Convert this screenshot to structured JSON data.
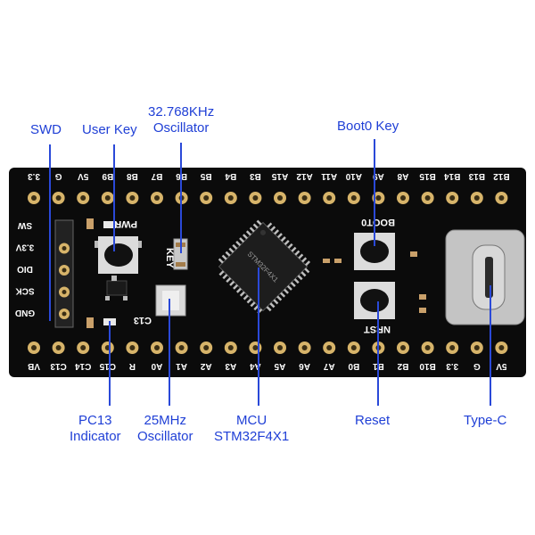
{
  "colors": {
    "board": "#0b0b0b",
    "silk": "#ffffff",
    "pad": "#d7b46a",
    "pad_hole": "#3a2e14",
    "callout_text": "#1f3fd6",
    "leader": "#2a49d8"
  },
  "callouts": {
    "swd": "SWD",
    "user_key": "User Key",
    "osc32_line1": "32.768KHz",
    "osc32_line2": "Oscillator",
    "boot0_key": "Boot0 Key",
    "pc13_line1": "PC13",
    "pc13_line2": "Indicator",
    "osc25_line1": "25MHz",
    "osc25_line2": "Oscillator",
    "mcu_line1": "MCU",
    "mcu_line2": "STM32F4X1",
    "reset": "Reset",
    "typec": "Type-C"
  },
  "board": {
    "top_pins": [
      "3.3",
      "G",
      "5V",
      "B9",
      "B8",
      "B7",
      "B6",
      "B5",
      "B4",
      "B3",
      "A15",
      "A12",
      "A11",
      "A10",
      "A9",
      "A8",
      "B15",
      "B14",
      "B13",
      "B12"
    ],
    "bottom_pins": [
      "VB",
      "C13",
      "C14",
      "C15",
      "R",
      "A0",
      "A1",
      "A2",
      "A3",
      "A4",
      "A5",
      "A6",
      "A7",
      "B0",
      "B1",
      "B2",
      "B10",
      "3.3",
      "G",
      "5V"
    ],
    "swd_pins": [
      "SW",
      "3.3V",
      "DIO",
      "SCK",
      "GND"
    ],
    "silk_pwr": "PWR",
    "silk_key": "KEY",
    "silk_c13": "C13",
    "silk_boot0": "BOOT0",
    "silk_nrst": "NRST",
    "chip_marking": "STM32F4X1"
  }
}
